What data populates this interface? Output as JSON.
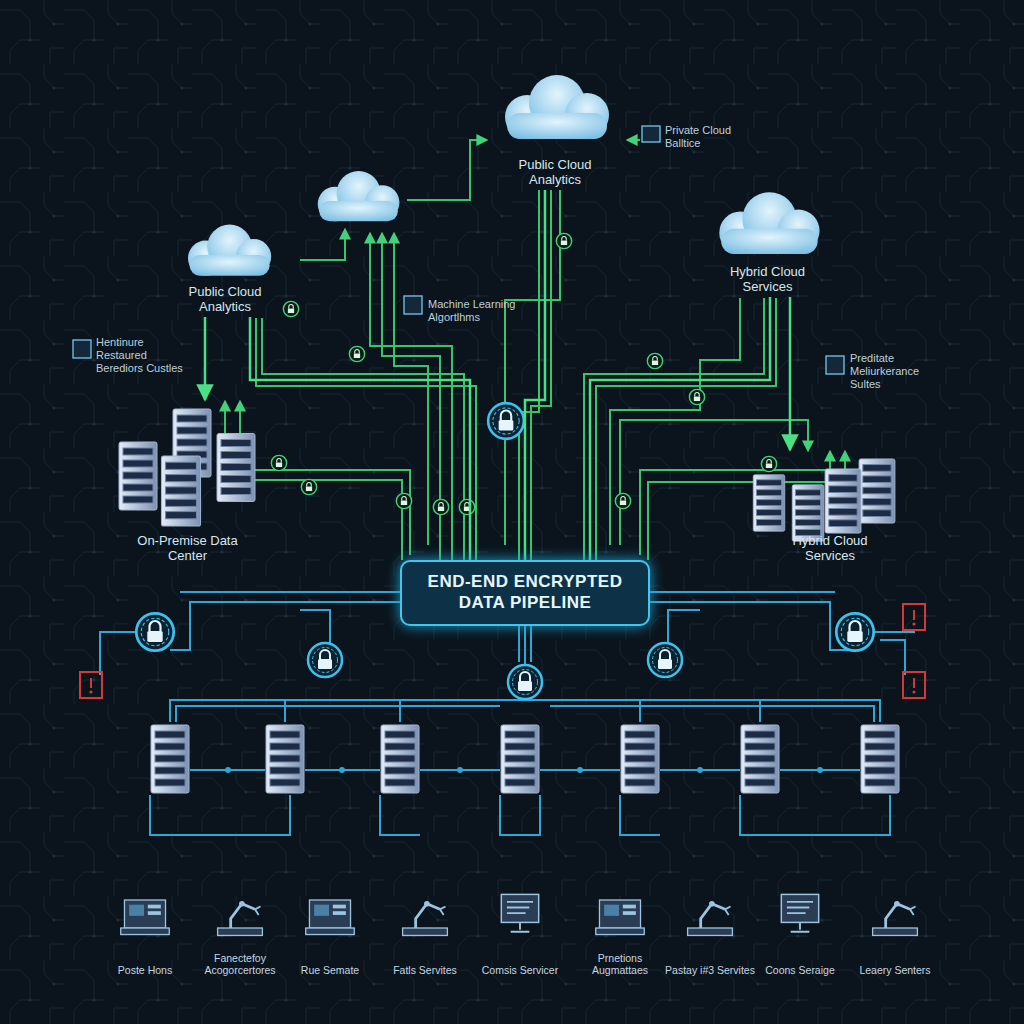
{
  "diagram": {
    "nodes": [
      {
        "text": [
          "Public Cloud Analytics"
        ]
      },
      {
        "text": [
          "Public Cloud Analytics"
        ]
      },
      {
        "text": [
          "Hybrid Cloud Services"
        ]
      },
      {
        "text": [
          "On-Premise Data Center"
        ]
      },
      {
        "text": [
          "Hybrid Cloud Services"
        ]
      },
      {
        "text": [
          "END-END ENCRYPTED DATA PIPELINE"
        ]
      },
      {
        "text": [
          "Poste Hons"
        ]
      },
      {
        "text": [
          "Fanectefoy Acogorcertores"
        ]
      },
      {
        "text": [
          "Rue Semate"
        ]
      },
      {
        "text": [
          "Fatls Servites"
        ]
      },
      {
        "text": [
          "Comsis Servicer"
        ]
      },
      {
        "text": [
          "Prnetions Augmattaes"
        ]
      },
      {
        "text": [
          "Pastay i#3 Servites"
        ]
      },
      {
        "text": [
          "Coons Seraige"
        ]
      },
      {
        "text": [
          "Leaery Senters"
        ]
      }
    ],
    "edges": [
      {
        "from": 5,
        "to": 0,
        "arrow": "none"
      },
      {
        "from": 5,
        "to": 1,
        "arrow": "none"
      },
      {
        "from": 5,
        "to": 2,
        "arrow": "none"
      },
      {
        "from": 1,
        "to": 3,
        "arrow": "to"
      },
      {
        "from": 2,
        "to": 4,
        "arrow": "to"
      }
    ],
    "labels": [
      "Private Cloud Balltice",
      "Machine Learning Algortlhms",
      "Hentinure Restaured Berediors Custles",
      "Preditate Meliurkerance Sultes"
    ]
  }
}
